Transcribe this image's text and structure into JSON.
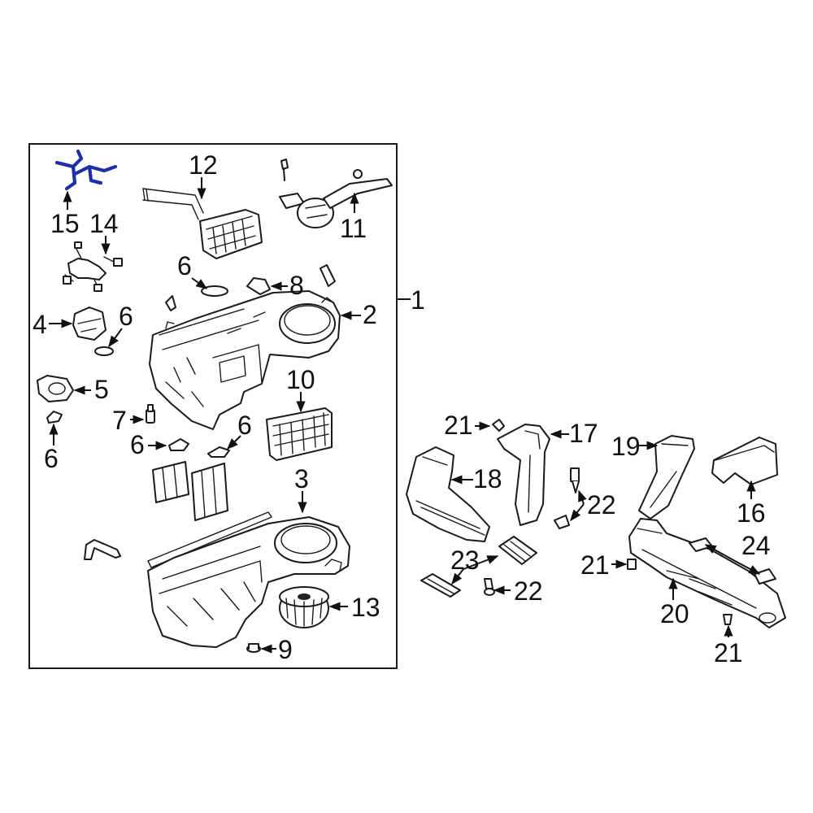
{
  "colors": {
    "background": "#ffffff",
    "line": "#1a1a1a",
    "highlight": "#1f2fa8",
    "highlight_outline": "#0b1160"
  },
  "labels": {
    "l1": "1",
    "l2": "2",
    "l3": "3",
    "l4": "4",
    "l5": "5",
    "l6a": "6",
    "l6b": "6",
    "l6c": "6",
    "l6d": "6",
    "l6e": "6",
    "l7": "7",
    "l8": "8",
    "l9": "9",
    "l10": "10",
    "l11": "11",
    "l12": "12",
    "l13": "13",
    "l14": "14",
    "l15": "15",
    "l16": "16",
    "l17": "17",
    "l18": "18",
    "l19": "19",
    "l20": "20",
    "l21a": "21",
    "l21b": "21",
    "l21c": "21",
    "l22a": "22",
    "l22b": "22",
    "l23": "23",
    "l24": "24"
  }
}
